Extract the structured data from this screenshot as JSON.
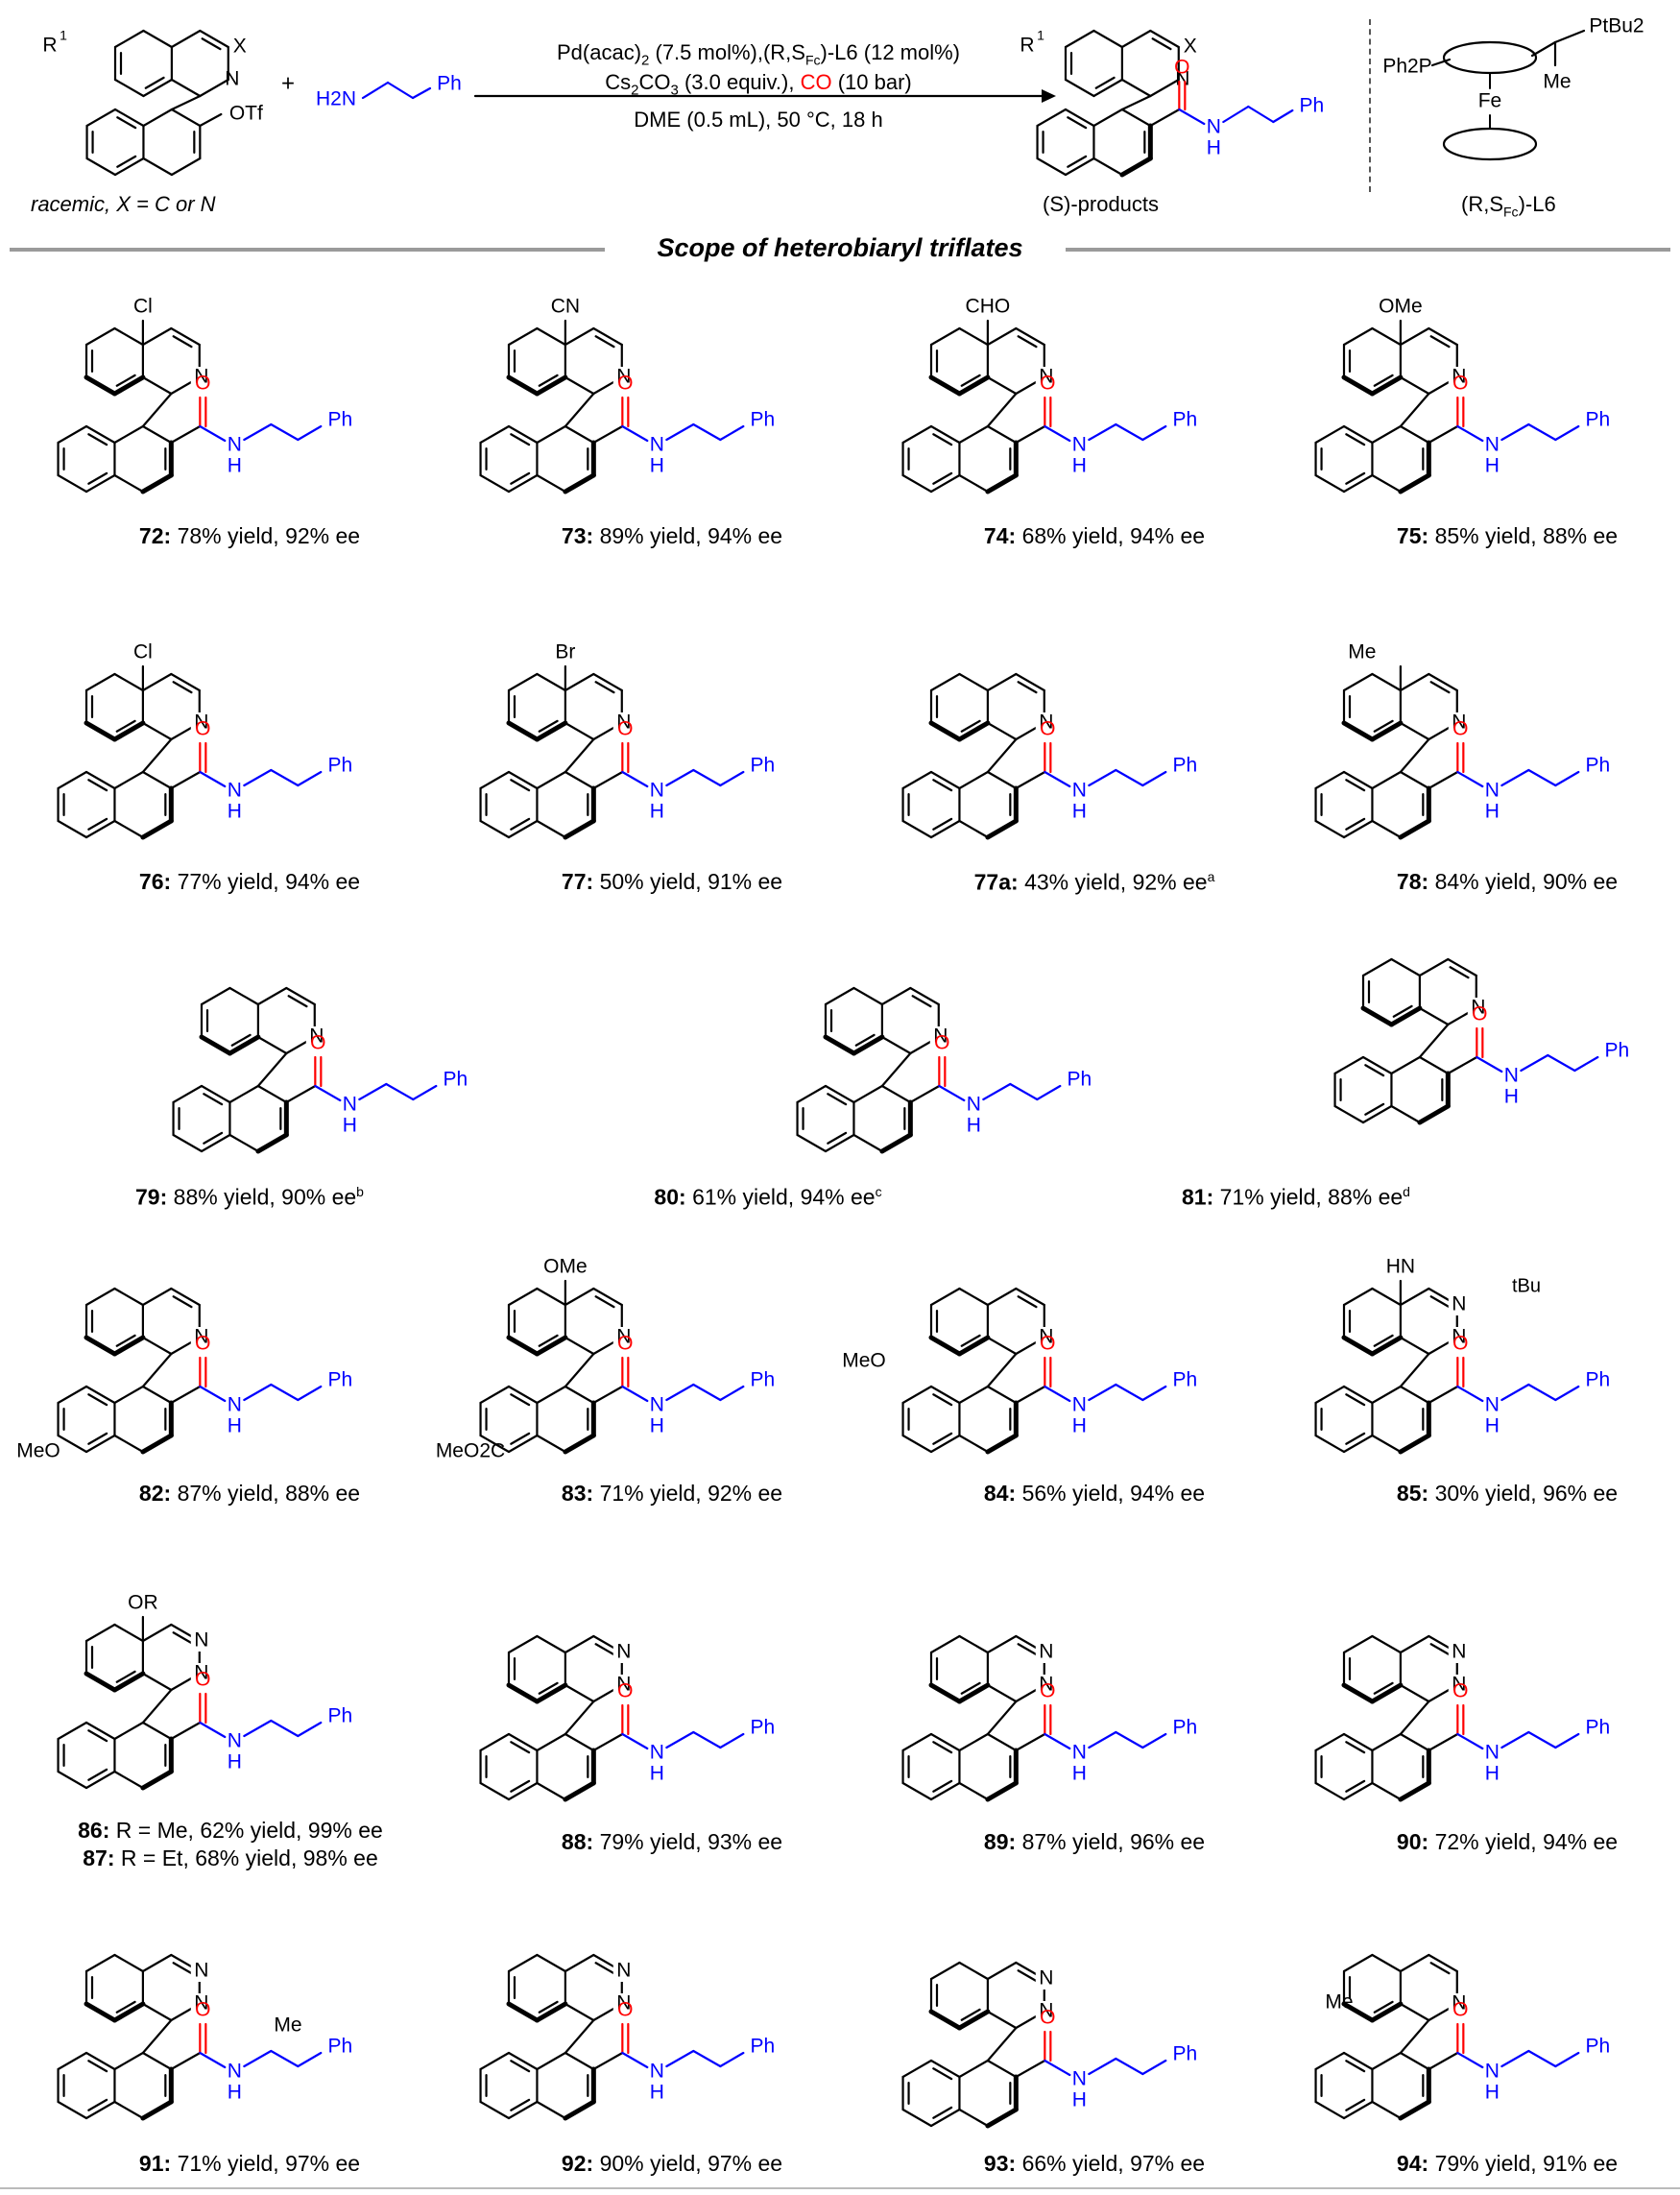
{
  "header": {
    "reactant_label": "racemic, X = C or N",
    "r1_label": "R",
    "r1_sup": "1",
    "x_label": "X",
    "n_label": "N",
    "otf_label": "OTf",
    "plus": "+",
    "amine_h2n": "H2N",
    "amine_ph": "Ph",
    "cond_line1_a": "Pd(acac)",
    "cond_line1_b": "2",
    "cond_line1_c": " (7.5 mol%),(R,S",
    "cond_line1_d": "Fc",
    "cond_line1_e": ")-L6 (12 mol%)",
    "cond_line2_a": "Cs",
    "cond_line2_b": "CO",
    "cond_line2_c": " (3.0 equiv.), ",
    "cond_co": "CO",
    "cond_line2_d": " (10 bar)",
    "cond_line3": "DME (0.5 mL), 50 °C, 18 h",
    "product_label": "(S)-products",
    "ligand_label": "(R,S",
    "ligand_label_sub": "Fc",
    "ligand_label_end": ")-L6",
    "ligand_ph2p": "Ph2P",
    "ligand_ptbu2": "PtBu2",
    "ligand_fe": "Fe",
    "ligand_me": "Me"
  },
  "section_title": "Scope of heterobiaryl triflates",
  "compounds": [
    {
      "id": "72",
      "text": "78% yield, 92% ee",
      "sub": "Cl"
    },
    {
      "id": "73",
      "text": "89% yield, 94% ee",
      "sub": "CN"
    },
    {
      "id": "74",
      "text": "68% yield, 94% ee",
      "sub": "CHO"
    },
    {
      "id": "75",
      "text": "85% yield, 88% ee",
      "sub": "OMe"
    },
    {
      "id": "76",
      "text": "77% yield, 94% ee",
      "sub": "Cl"
    },
    {
      "id": "77",
      "text": "50% yield, 91% ee",
      "sub": "Br"
    },
    {
      "id": "77a",
      "text": "43% yield, 92% ee",
      "note": "a"
    },
    {
      "id": "78",
      "text": "84% yield, 90% ee",
      "sub": "Me"
    },
    {
      "id": "79",
      "text": "88% yield,  90% ee",
      "note": "b"
    },
    {
      "id": "80",
      "text": "61% yield,  94% ee",
      "note": "c"
    },
    {
      "id": "81",
      "text": "71% yield,  88% ee",
      "note": "d"
    },
    {
      "id": "82",
      "text": "87% yield, 88% ee",
      "sub": "MeO"
    },
    {
      "id": "83",
      "text": "71% yield, 92% ee",
      "sub": "OMe",
      "sub2": "MeO2C"
    },
    {
      "id": "84",
      "text": "56% yield, 94% ee",
      "sub": "MeO"
    },
    {
      "id": "85",
      "text": "30% yield, 96% ee",
      "sub": "HN",
      "sub2": "tBu"
    },
    {
      "id": "86",
      "text": "R = Me, 62% yield, 99% ee",
      "sub": "OR"
    },
    {
      "id": "87",
      "text": "R = Et, 68% yield, 98% ee"
    },
    {
      "id": "88",
      "text": "79% yield, 93% ee"
    },
    {
      "id": "89",
      "text": "87% yield, 96% ee"
    },
    {
      "id": "90",
      "text": "72% yield, 94% ee"
    },
    {
      "id": "91",
      "text": "71% yield, 97% ee",
      "sub": "Me"
    },
    {
      "id": "92",
      "text": "90% yield, 97% ee"
    },
    {
      "id": "93",
      "text": "66% yield, 97% ee"
    },
    {
      "id": "94",
      "text": "79% yield, 91% ee",
      "sub": "Me"
    }
  ],
  "labels": {
    "N": "N",
    "O": "O",
    "H": "H",
    "Ph": "Ph",
    "NH": "N"
  },
  "colors": {
    "amide_o": "#ff0000",
    "amine_blue": "#0000ff",
    "bond": "#000000",
    "rule": "#9a9a9a"
  }
}
